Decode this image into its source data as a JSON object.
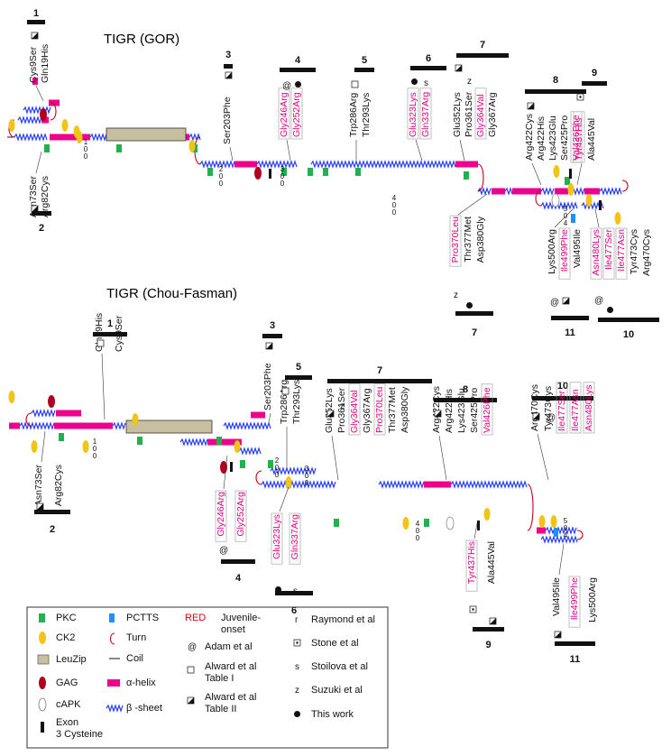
{
  "panels": [
    {
      "title": "TIGR (GOR)",
      "groups": [
        {
          "num": "1",
          "dir": "up",
          "mutations": [
            {
              "text": "Cys9Ser",
              "red": false
            },
            {
              "text": "Gln19His",
              "red": false
            }
          ]
        },
        {
          "num": "2",
          "dir": "down",
          "mutations": [
            {
              "text": "Asn73Ser",
              "red": false
            },
            {
              "text": "Arg82Cys",
              "red": false
            }
          ]
        },
        {
          "num": "3",
          "dir": "up",
          "mutations": [
            {
              "text": "Ser203Phe",
              "red": false
            }
          ]
        },
        {
          "num": "4",
          "dir": "up",
          "mutations": [
            {
              "text": "Gly246Arg",
              "red": true
            },
            {
              "text": "Gly252Arg",
              "red": true
            }
          ]
        },
        {
          "num": "5",
          "dir": "up",
          "mutations": [
            {
              "text": "Trp286Arg",
              "red": false
            },
            {
              "text": "Thr293Lys",
              "red": false
            }
          ]
        },
        {
          "num": "6",
          "dir": "up",
          "mutations": [
            {
              "text": "Glu323Lys",
              "red": true
            },
            {
              "text": "Gln337Arg",
              "red": true
            }
          ]
        },
        {
          "num": "7",
          "dir": "up",
          "mutations": [
            {
              "text": "Glu352Lys",
              "red": false
            },
            {
              "text": "Pro361Ser",
              "red": false
            },
            {
              "text": "Gly364Val",
              "red": true
            },
            {
              "text": "Gly367Arg",
              "red": false
            }
          ]
        },
        {
          "num": "7",
          "dir": "down",
          "mutations": [
            {
              "text": "Pro370Leu",
              "red": true
            },
            {
              "text": "Thr377Met",
              "red": false
            },
            {
              "text": "Asp380Gly",
              "red": false
            }
          ]
        },
        {
          "num": "8",
          "dir": "up",
          "mutations": [
            {
              "text": "Arg422Cys",
              "red": false
            },
            {
              "text": "Arg422His",
              "red": false
            },
            {
              "text": "Lys423Glu",
              "red": false
            },
            {
              "text": "Ser425Pro",
              "red": false
            },
            {
              "text": "Val426Phe",
              "red": true
            }
          ]
        },
        {
          "num": "9",
          "dir": "up",
          "mutations": [
            {
              "text": "Tyr437His",
              "red": true
            },
            {
              "text": "Ala445Val",
              "red": false
            }
          ]
        },
        {
          "num": "11",
          "dir": "down",
          "mutations": [
            {
              "text": "Lys500Arg",
              "red": false
            },
            {
              "text": "Ile499Phe",
              "red": true
            },
            {
              "text": "Val495Ile",
              "red": false
            }
          ]
        },
        {
          "num": "10",
          "dir": "down",
          "mutations": [
            {
              "text": "Asn480Lys",
              "red": true
            },
            {
              "text": "Ile477Ser",
              "red": true
            },
            {
              "text": "Ile477Asn",
              "red": true
            },
            {
              "text": "Tyr473Cys",
              "red": false
            },
            {
              "text": "Arg470Cys",
              "red": false
            }
          ]
        }
      ],
      "ticks": [
        "100",
        "200",
        "300",
        "400",
        "504"
      ]
    },
    {
      "title": "TIGR  (Chou-Fasman)",
      "groups": [
        {
          "num": "1",
          "dir": "up",
          "mutations": [
            {
              "text": "Gln19His",
              "red": false
            },
            {
              "text": "Cys9Ser",
              "red": false
            }
          ]
        },
        {
          "num": "2",
          "dir": "down",
          "mutations": [
            {
              "text": "Asn73Ser",
              "red": false
            },
            {
              "text": "Arg82Cys",
              "red": false
            }
          ]
        },
        {
          "num": "3",
          "dir": "up",
          "mutations": [
            {
              "text": "Ser203Phe",
              "red": false
            }
          ]
        },
        {
          "num": "4",
          "dir": "down",
          "mutations": [
            {
              "text": "Gly246Arg",
              "red": true
            },
            {
              "text": "Gly252Arg",
              "red": true
            }
          ]
        },
        {
          "num": "5",
          "dir": "up",
          "mutations": [
            {
              "text": "Trp286Arg",
              "red": false
            },
            {
              "text": "Thr293Lys",
              "red": false
            }
          ]
        },
        {
          "num": "6",
          "dir": "down",
          "mutations": [
            {
              "text": "Glu323Lys",
              "red": true
            },
            {
              "text": "Gln337Arg",
              "red": true
            }
          ]
        },
        {
          "num": "7",
          "dir": "up",
          "mutations": [
            {
              "text": "Glu352Lys",
              "red": false
            },
            {
              "text": "Pro361Ser",
              "red": false
            },
            {
              "text": "Gly364Val",
              "red": true
            },
            {
              "text": "Gly367Arg",
              "red": false
            },
            {
              "text": "Pro370Leu",
              "red": true
            },
            {
              "text": "Thr377Met",
              "red": false
            },
            {
              "text": "Asp380Gly",
              "red": false
            }
          ]
        },
        {
          "num": "8",
          "dir": "up",
          "mutations": [
            {
              "text": "Arg422Cys",
              "red": false
            },
            {
              "text": "Arg422His",
              "red": false
            },
            {
              "text": "Lys423Glu",
              "red": false
            },
            {
              "text": "Ser425Pro",
              "red": false
            },
            {
              "text": "Val426Phe",
              "red": true
            }
          ]
        },
        {
          "num": "9",
          "dir": "down",
          "mutations": [
            {
              "text": "Tyr437His",
              "red": true
            },
            {
              "text": "Ala445Val",
              "red": false
            }
          ]
        },
        {
          "num": "10",
          "dir": "up",
          "mutations": [
            {
              "text": "Arg470Cys",
              "red": false
            },
            {
              "text": "Tyr473Cys",
              "red": false
            },
            {
              "text": "Ile477Ser",
              "red": true
            },
            {
              "text": "Ile477Asn",
              "red": true
            },
            {
              "text": "Asn480Lys",
              "red": true
            }
          ]
        },
        {
          "num": "11",
          "dir": "down",
          "mutations": [
            {
              "text": "Val495Ile",
              "red": false
            },
            {
              "text": "Ile499Phe",
              "red": true
            },
            {
              "text": "Lys500Arg",
              "red": false
            }
          ]
        }
      ],
      "ticks": [
        "100",
        "200",
        "300",
        "400",
        "504"
      ]
    }
  ],
  "source_markers": [
    "@",
    "z",
    "r",
    "s"
  ],
  "legend": {
    "items": [
      {
        "label": "PKC",
        "icon": "green-rect-icon"
      },
      {
        "label": "CK2",
        "icon": "yellow-oval-icon"
      },
      {
        "label": "LeuZip",
        "icon": "tan-box-icon"
      },
      {
        "label": "GAG",
        "icon": "red-oval-icon"
      },
      {
        "label": "cAPK",
        "icon": "open-oval-icon"
      },
      {
        "label": "Exon 3 Cysteine",
        "icon": "black-bar-icon"
      },
      {
        "label": "PCTTS",
        "icon": "blue-rect-icon"
      },
      {
        "label": "Turn",
        "icon": "turn-arc-icon"
      },
      {
        "label": "Coil",
        "icon": "coil-line-icon"
      },
      {
        "label": "α-helix",
        "icon": "magenta-rect-icon"
      },
      {
        "label": "β -sheet",
        "icon": "blue-zigzag-icon"
      },
      {
        "label": "RED",
        "sub": "Juvenile-onset",
        "icon": "red-text"
      },
      {
        "label": "Adam et al",
        "icon": "at-sign"
      },
      {
        "label": "Alward et al Table I",
        "icon": "open-square-icon"
      },
      {
        "label": "Alward et al Table II",
        "icon": "half-square-icon"
      },
      {
        "label": "Raymond et al",
        "icon": "r-letter"
      },
      {
        "label": "Stone et al",
        "icon": "dotted-square-icon"
      },
      {
        "label": "Stoilova et al",
        "icon": "s-letter"
      },
      {
        "label": "Suzuki et al",
        "icon": "z-letter"
      },
      {
        "label": "This work",
        "icon": "filled-circle-icon"
      }
    ]
  },
  "colors": {
    "pkc": "#22b14c",
    "ck2": "#f0c419",
    "leuzip": "#c8bfa0",
    "gag": "#b00020",
    "helix": "#ec008c",
    "sheet": "#2a3ff0",
    "pctts": "#1e90ff",
    "red_text": "#e6007e",
    "red_label": "#e0001b"
  }
}
